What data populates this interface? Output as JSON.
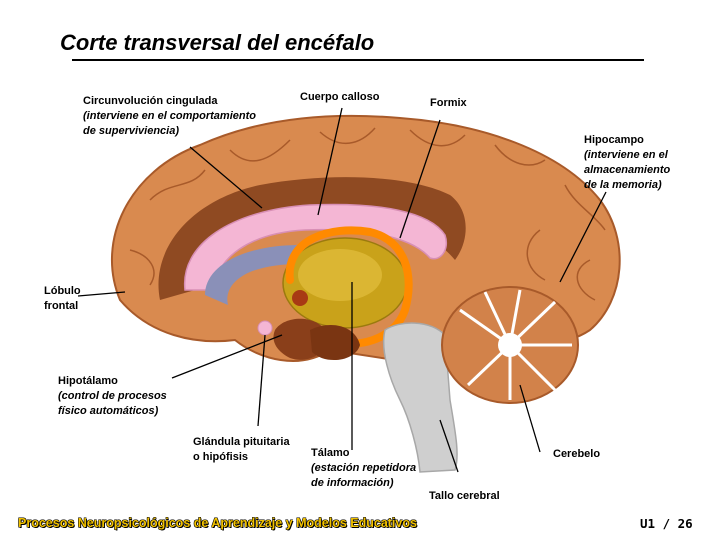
{
  "slide": {
    "title": "Corte transversal del encéfalo",
    "footer_course": "Procesos Neuropsicológicos de Aprendizaje y Modelos Educativos",
    "footer_page": "U1 / 26"
  },
  "labels": {
    "cingulate": {
      "name": "Circunvolución cingulada",
      "note1": "(interviene en el comportamiento",
      "note2": "de superviviencia)"
    },
    "corpus": {
      "name": "Cuerpo calloso"
    },
    "fornix": {
      "name": "Formix"
    },
    "hippocampus": {
      "name": "Hipocampo",
      "note1": "(interviene en el",
      "note2": "almacenamiento",
      "note3": "de la memoria)"
    },
    "frontal": {
      "line1": "Lóbulo",
      "line2": "frontal"
    },
    "hypothalamus": {
      "name": "Hipotálamo",
      "note1": "(control de procesos",
      "note2": "físico automáticos)"
    },
    "pituitary": {
      "line1": "Glándula pituitaria",
      "line2": "o hipófisis"
    },
    "thalamus": {
      "name": "Tálamo",
      "note1": "(estación repetidora",
      "note2": "de información)"
    },
    "cerebellum": {
      "name": "Cerebelo"
    },
    "brainstem": {
      "name": "Tallo cerebral"
    }
  },
  "colors": {
    "cortex": "#d98a4f",
    "cortex_dark": "#a85a2a",
    "corpus_callosum": "#f4b6d4",
    "ventricle": "#8a90b8",
    "thalamus": "#c9a21a",
    "fornix_ring": "#ff8a00",
    "brainstem": "#c8c8c8",
    "cerebellum": "#d2824a"
  }
}
